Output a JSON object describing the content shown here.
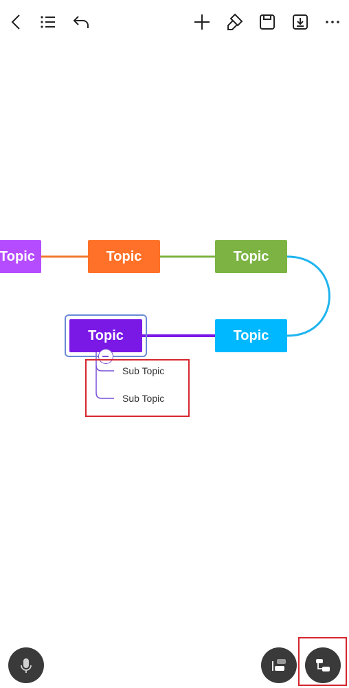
{
  "toolbar": {
    "back_icon": "chevron-left-icon",
    "outline_icon": "list-icon",
    "undo_icon": "undo-icon",
    "add_icon": "plus-icon",
    "style_icon": "paint-brush-icon",
    "save_icon": "save-icon",
    "export_icon": "download-icon",
    "more_icon": "more-horizontal-icon"
  },
  "mindmap": {
    "nodes": [
      {
        "label": "Topic",
        "color": "#b54cff"
      },
      {
        "label": "Topic",
        "color": "#ff7128"
      },
      {
        "label": "Topic",
        "color": "#7cb342"
      },
      {
        "label": "Topic",
        "color": "#00b8ff"
      },
      {
        "label": "Topic",
        "color": "#7a18e6"
      }
    ],
    "subtopics": [
      {
        "label": "Sub Topic"
      },
      {
        "label": "Sub Topic"
      }
    ]
  },
  "colors": {
    "selection": "#6a8ad6",
    "highlight": "#d6262e",
    "fab_bg": "#3a3a3a"
  },
  "bottom": {
    "mic_icon": "microphone-icon",
    "layout_icon": "layout-toggle-icon",
    "structure_icon": "structure-icon"
  }
}
